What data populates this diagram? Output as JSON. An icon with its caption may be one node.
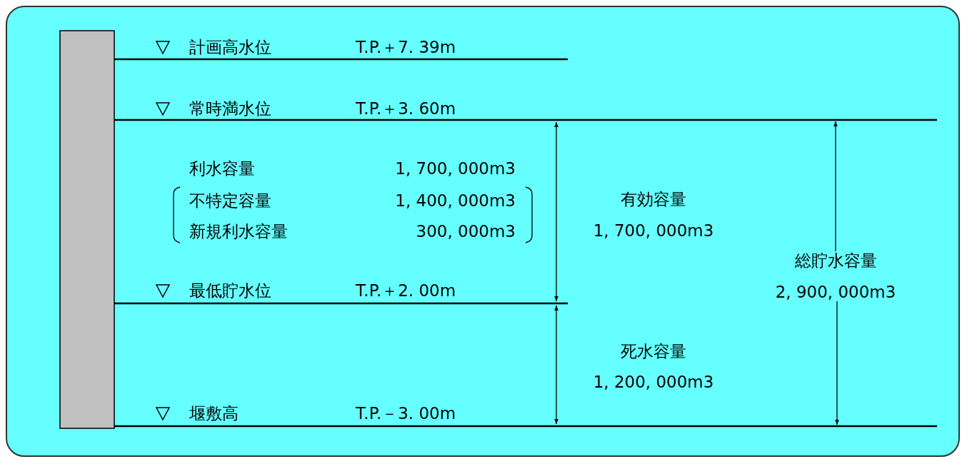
{
  "diagram": {
    "labels": [
      "計画高水位",
      "T.P.＋7. 39m",
      "常時満水位",
      "T.P.＋3. 60m",
      "利水容量",
      "1, 700, 000m3",
      "不特定容量",
      "1, 400, 000m3",
      "有効容量",
      "新規利水容量",
      "300, 000m3",
      "1, 700, 000m3",
      "総貯水容量",
      "最低貯水位",
      "T.P.＋2. 00m",
      "2, 900, 000m3",
      "死水容量",
      "1, 200, 000m3",
      "堰敷高",
      "T.P.－3. 00m"
    ]
  }
}
